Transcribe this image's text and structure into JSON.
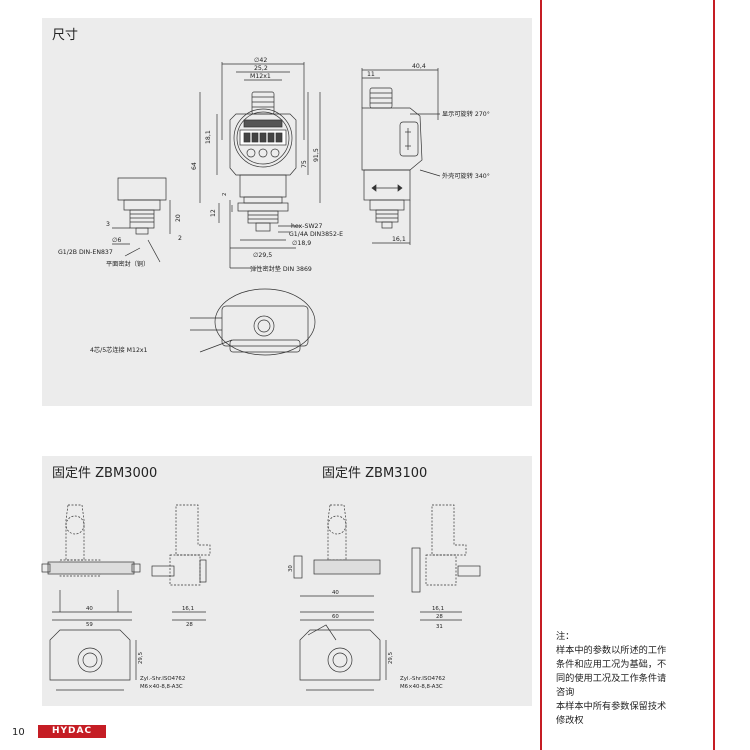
{
  "headings": {
    "dimensions": "尺寸",
    "zbm3000": "固定件 ZBM3000",
    "zbm3100": "固定件 ZBM3100"
  },
  "front_view": {
    "dim_42": "∅42",
    "dim_25_2": "25,2",
    "dim_m12": "M12x1",
    "dim_18_1": "18,1",
    "dim_64": "64",
    "dim_75": "75",
    "dim_91_5": "91,5",
    "dim_12": "12",
    "dim_2_top": "2",
    "dim_hex": "hex-SW27",
    "dim_thread": "G1/4A DIN3852-E",
    "dim_18_9": "∅18,9",
    "dim_29_5": "∅29,5",
    "seal_label": "弹性密封垫 DIN 3869"
  },
  "side_view": {
    "dim_40_4": "40,4",
    "dim_11": "11",
    "display_rotate": "显示可旋转 270°",
    "housing_rotate": "外壳可旋转 340°",
    "dim_16_1": "16,1"
  },
  "small_view": {
    "dim_3": "3",
    "dim_6": "∅6",
    "dim_20": "20",
    "dim_2": "2",
    "thread": "G1/2B DIN-EN837",
    "seal": "平面密封（铜）"
  },
  "top_view": {
    "connector": "4芯/5芯连接 M12x1"
  },
  "zbm3000": {
    "dim_40": "40",
    "dim_59": "59",
    "dim_16_1": "16,1",
    "dim_28": "28",
    "dim_29_5": "29,5",
    "screw_line1": "Zyl.-Shr.ISO4762",
    "screw_line2": "M6×40-8,8-A3C"
  },
  "zbm3100": {
    "dim_30": "30",
    "dim_40": "40",
    "dim_60": "60",
    "dim_16_1": "16,1",
    "dim_28": "28",
    "dim_31": "31",
    "dim_29_5": "29,5",
    "screw_line1": "Zyl.-Shr.ISO4762",
    "screw_line2": "M6×40-8,8-A3C"
  },
  "note": {
    "title": "注：",
    "lines": [
      "样本中的参数以所述的工作",
      "条件和应用工况为基础，不",
      "同的使用工况及工作条件请",
      "咨询",
      "本样本中所有参数保留技术",
      "修改权"
    ]
  },
  "footer": {
    "page_number": "10",
    "logo": "HYDAC"
  },
  "colors": {
    "accent_red": "#c51d24",
    "panel_gray": "#ececec"
  }
}
